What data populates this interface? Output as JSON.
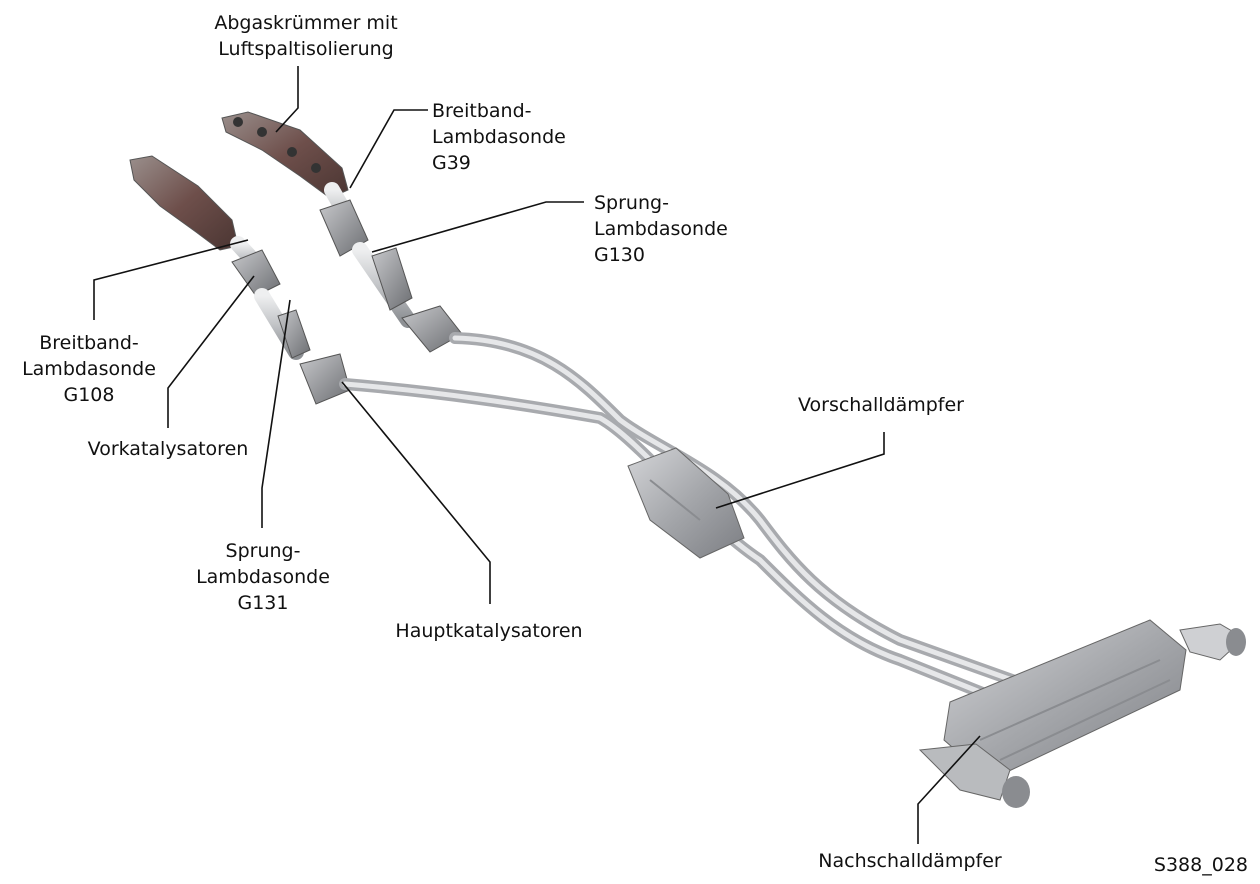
{
  "labels": {
    "abgaskruemmer": [
      "Abgaskrümmer mit",
      "Luftspaltisolierung"
    ],
    "breitband_g39": [
      "Breitband-",
      "Lambdasonde",
      "G39"
    ],
    "sprung_g130": [
      "Sprung-",
      "Lambdasonde",
      "G130"
    ],
    "breitband_g108": [
      "Breitband-",
      "Lambdasonde",
      "G108"
    ],
    "vorkatalysatoren": "Vorkatalysatoren",
    "sprung_g131": [
      "Sprung-",
      "Lambdasonde",
      "G131"
    ],
    "hauptkatalysatoren": "Hauptkatalysatoren",
    "vorschalldaempfer": "Vorschalldämpfer",
    "nachschalldaempfer": "Nachschalldämpfer"
  },
  "figure_code": "S388_028",
  "colors": {
    "metal_light": "#d9dadc",
    "metal_mid": "#a9abaf",
    "metal_dark": "#6f7176",
    "manifold": "#7a5a55",
    "leader": "#111111"
  }
}
